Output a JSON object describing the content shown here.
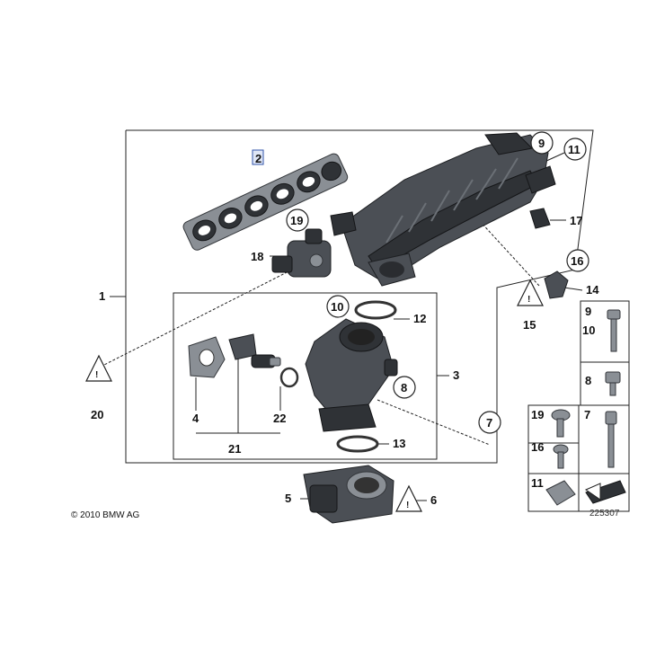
{
  "callouts": {
    "c1": "1",
    "c2": "2",
    "c3": "3",
    "c4": "4",
    "c5": "5",
    "c6": "6",
    "c7": "7",
    "c8": "8",
    "c9": "9",
    "c10": "10",
    "c11": "11",
    "c12": "12",
    "c13": "13",
    "c14": "14",
    "c15": "15",
    "c16": "16",
    "c17": "17",
    "c18": "18",
    "c19": "19",
    "c20": "20",
    "c21": "21",
    "c22": "22"
  },
  "hardware": {
    "h9": "9",
    "h10": "10",
    "h8": "8",
    "h19": "19",
    "h7": "7",
    "h16": "16",
    "h11": "11"
  },
  "footer": {
    "copyright": "© 2010 BMW AG",
    "diagram_number": "225307"
  }
}
